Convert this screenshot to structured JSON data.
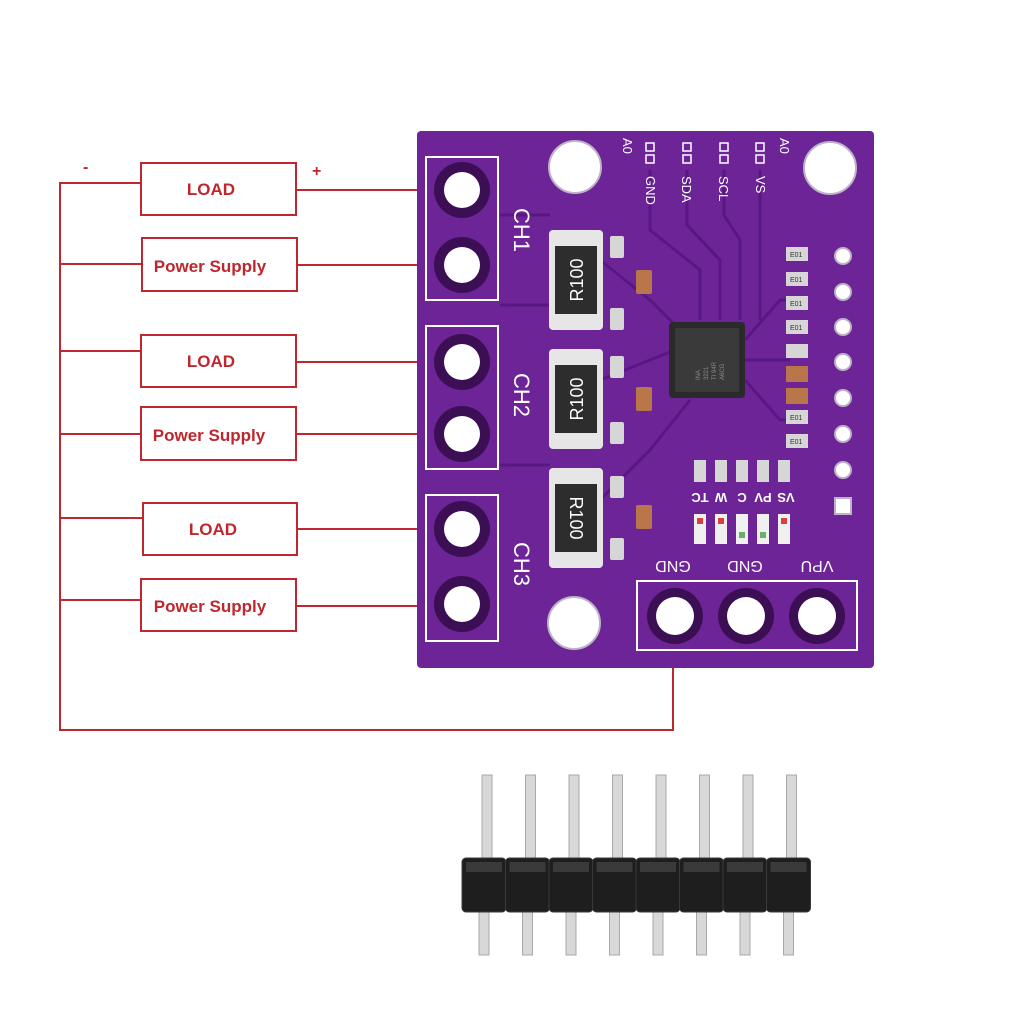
{
  "colors": {
    "pcb": "#6c2496",
    "pcb_dark": "#58177f",
    "wire": "#c0262d",
    "silk": "#ffffff"
  },
  "wiring": {
    "minus_sign": "-",
    "plus_sign": "+",
    "boxes": [
      {
        "label": "LOAD"
      },
      {
        "label": "Power Supply"
      },
      {
        "label": "LOAD"
      },
      {
        "label": "Power Supply"
      },
      {
        "label": "LOAD"
      },
      {
        "label": "Power Supply"
      }
    ]
  },
  "board": {
    "channels": [
      "CH1",
      "CH2",
      "CH3"
    ],
    "resistor_label": "R100",
    "top_header": [
      "A0",
      "GND",
      "SDA",
      "SCL",
      "VS",
      "A0"
    ],
    "led_labels": [
      "TC",
      "W",
      "C",
      "PV",
      "VS"
    ],
    "bottom_header": [
      "GND",
      "GND",
      "VPU"
    ],
    "smd_label": "E01",
    "ic_lines": [
      "INA",
      "3221",
      "TI 94R",
      "A6CG"
    ]
  },
  "pin_header": {
    "pin_count": 8
  }
}
